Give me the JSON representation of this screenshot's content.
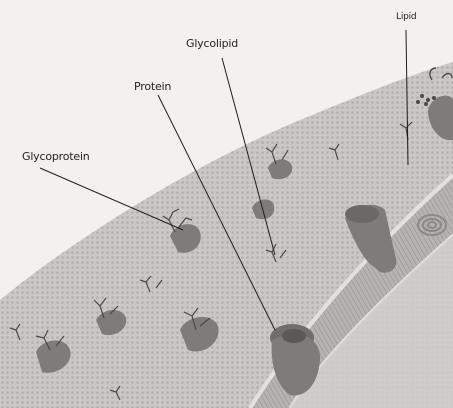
{
  "labels": {
    "lipid": "Lipid",
    "glycolipid": "Glycolipid",
    "protein": "Protein",
    "glycoprotein": "Glycoprotein"
  },
  "colors": {
    "background": "#f2f1ef",
    "membrane_fill": "#c9c8c6",
    "membrane_texture": "#9e9d9b",
    "bilayer_edge": "#d8d7d5",
    "protein_fill": "#7d7c7a",
    "carbohydrate_stroke": "#4a4a48",
    "leader_line": "#1e1e1e"
  }
}
